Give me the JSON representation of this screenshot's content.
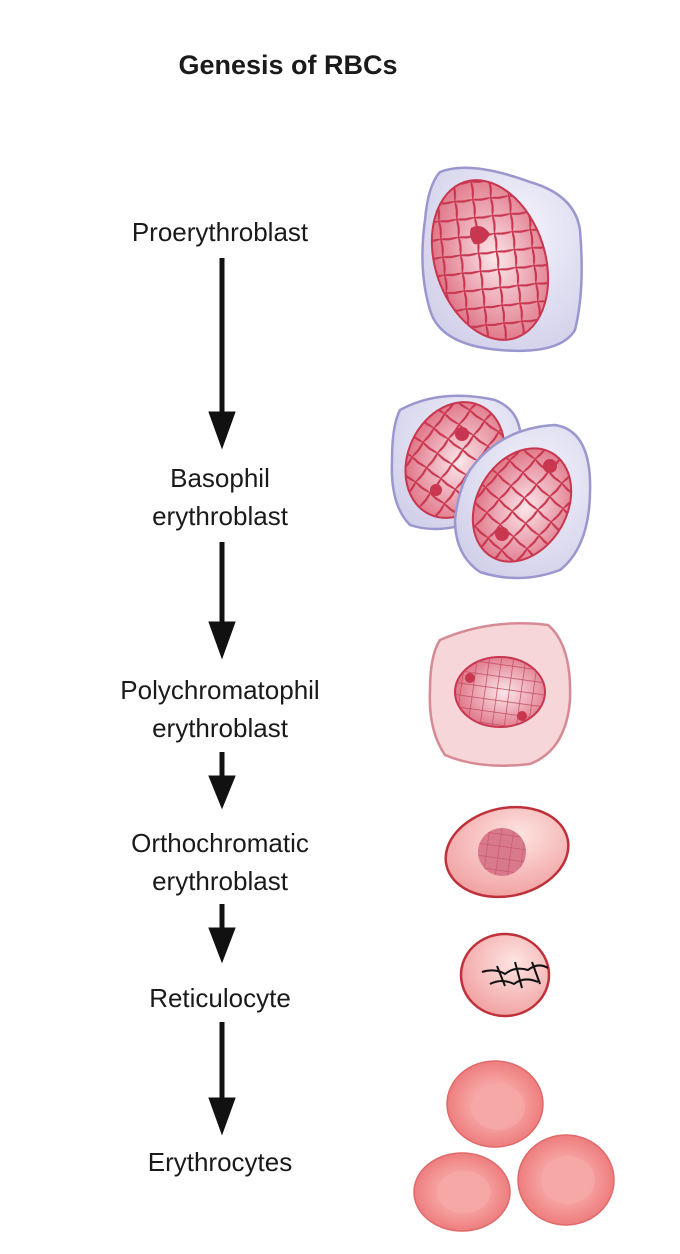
{
  "title": "Genesis of RBCs",
  "stages": [
    {
      "lines": [
        "Proerythroblast"
      ]
    },
    {
      "lines": [
        "Basophil",
        "erythroblast"
      ]
    },
    {
      "lines": [
        "Polychromatophil",
        "erythroblast"
      ]
    },
    {
      "lines": [
        "Orthochromatic",
        "erythroblast"
      ]
    },
    {
      "lines": [
        "Reticulocyte"
      ]
    },
    {
      "lines": [
        "Erythrocytes"
      ]
    }
  ],
  "colors": {
    "cytoplasm_blue": "#d9d9ee",
    "membrane_blue": "#9a97cf",
    "nucleus": "#e0788a",
    "chromatin": "#c0304a",
    "rbc": "#f08a8a",
    "rbc_edge": "#c0303a",
    "arrow": "#111111"
  }
}
